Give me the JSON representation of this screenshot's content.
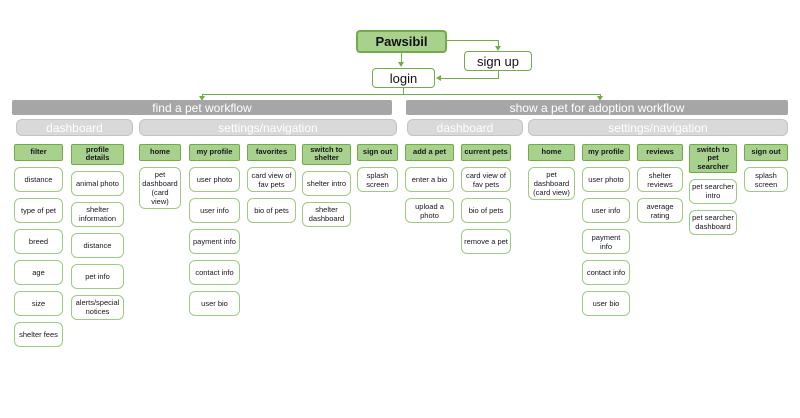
{
  "diagram": {
    "root": {
      "title": "Pawsibil"
    },
    "signup": {
      "label": "sign up"
    },
    "login": {
      "label": "login"
    },
    "colors": {
      "node_green_fill": "#a9d18e",
      "node_green_border": "#70ad47",
      "workflow_bar_gray": "#a6a6a6",
      "section_bar_gray": "#d9d9d9"
    }
  },
  "workflows": [
    {
      "title": "find a pet workflow",
      "sections": [
        {
          "label": "dashboard",
          "columns": [
            {
              "header": "filter",
              "items": [
                "distance",
                "type of pet",
                "breed",
                "age",
                "size",
                "shelter fees"
              ]
            },
            {
              "header": "profile details",
              "items": [
                "animal photo",
                "shelter information",
                "distance",
                "pet info",
                "alerts/special notices"
              ]
            }
          ]
        },
        {
          "label": "settings/navigation",
          "columns": [
            {
              "header": "home",
              "items": [
                "pet dashboard (card view)"
              ]
            },
            {
              "header": "my profile",
              "items": [
                "user photo",
                "user info",
                "payment info",
                "contact info",
                "user bio"
              ]
            },
            {
              "header": "favorites",
              "items": [
                "card view of fav pets",
                "bio of pets"
              ]
            },
            {
              "header": "switch to shelter",
              "items": [
                "shelter intro",
                "shelter dashboard"
              ]
            },
            {
              "header": "sign out",
              "items": [
                "splash screen"
              ]
            }
          ]
        }
      ]
    },
    {
      "title": "show a pet for adoption workflow",
      "sections": [
        {
          "label": "dashboard",
          "columns": [
            {
              "header": "add a pet",
              "items": [
                "enter a bio",
                "upload a photo"
              ]
            },
            {
              "header": "current pets",
              "items": [
                "card view of fav pets",
                "bio of pets",
                "remove a pet"
              ]
            }
          ]
        },
        {
          "label": "settings/navigation",
          "columns": [
            {
              "header": "home",
              "items": [
                "pet dashboard (card view)"
              ]
            },
            {
              "header": "my profile",
              "items": [
                "user photo",
                "user info",
                "payment info",
                "contact info",
                "user bio"
              ]
            },
            {
              "header": "reviews",
              "items": [
                "shelter reviews",
                "average rating"
              ]
            },
            {
              "header": "switch to pet searcher",
              "items": [
                "pet searcher intro",
                "pet searcher dashboard"
              ]
            },
            {
              "header": "sign out",
              "items": [
                "splash screen"
              ]
            }
          ]
        }
      ]
    }
  ]
}
